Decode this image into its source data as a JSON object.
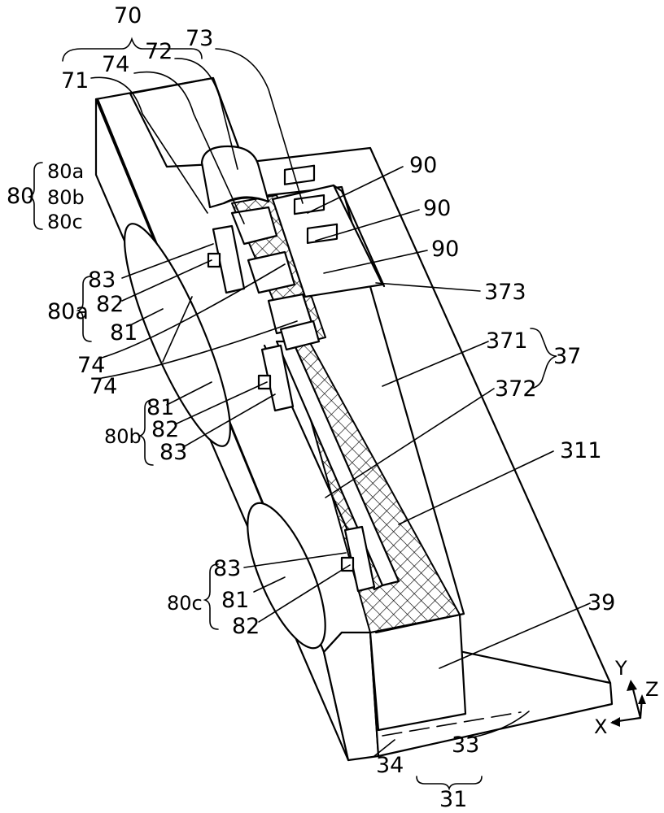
{
  "labels": {
    "l70": "70",
    "l71": "71",
    "l72": "72",
    "l73": "73",
    "l74_top": "74",
    "l74_mid": "74",
    "l74_low": "74",
    "l80": "80",
    "l80a_group": "80a",
    "l80b_group": "80b",
    "l80c_group": "80c",
    "l80a": "80a",
    "l80b": "80b",
    "l80c": "80c",
    "l83_a": "83",
    "l82_a": "82",
    "l81_a": "81",
    "l81_b": "81",
    "l82_b": "82",
    "l83_b": "83",
    "l83_c": "83",
    "l81_c": "81",
    "l82_c": "82",
    "l90_1": "90",
    "l90_2": "90",
    "l90_3": "90",
    "l373": "373",
    "l371": "371",
    "l372": "372",
    "l37": "37",
    "l311": "311",
    "l39": "39",
    "l33": "33",
    "l34": "34",
    "l31": "31"
  },
  "axes": {
    "y": "Y",
    "z": "Z",
    "x": "X"
  }
}
